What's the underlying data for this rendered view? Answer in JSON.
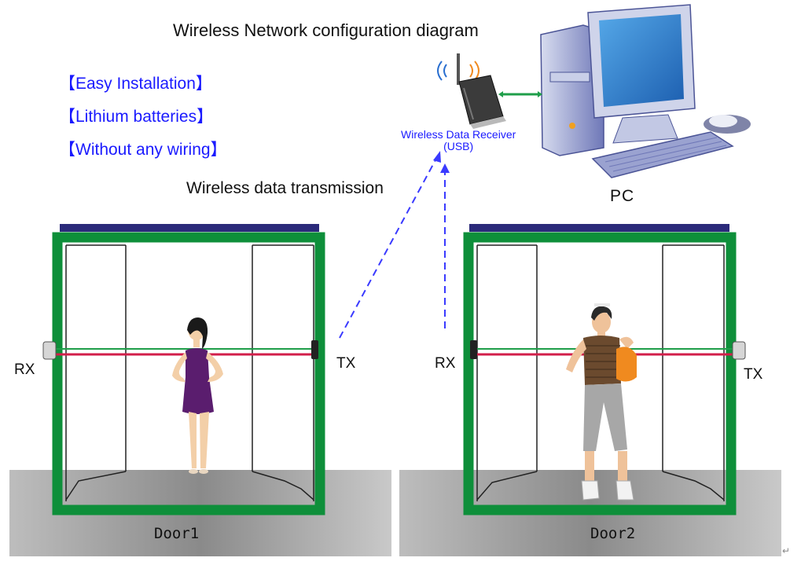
{
  "title": "Wireless Network configuration diagram",
  "features": [
    "【Easy Installation】",
    "【Lithium batteries】",
    "【Without any wiring】"
  ],
  "transmission_label": "Wireless data transmission",
  "receiver": {
    "line1": "Wireless Data Receiver",
    "line2": "(USB)"
  },
  "pc_label": "PC",
  "door1": {
    "label": "Door1",
    "rx": "RX",
    "tx": "TX"
  },
  "door2": {
    "label": "Door2",
    "rx": "RX",
    "tx": "TX"
  },
  "return_mark": "↵",
  "colors": {
    "frame": "#0e8f3a",
    "lintel": "#2b2a7a",
    "beam_red": "#d21e4a",
    "beam_green": "#1f9e4a",
    "signal": "#3a3aff",
    "floor": "#9a9a9a"
  }
}
